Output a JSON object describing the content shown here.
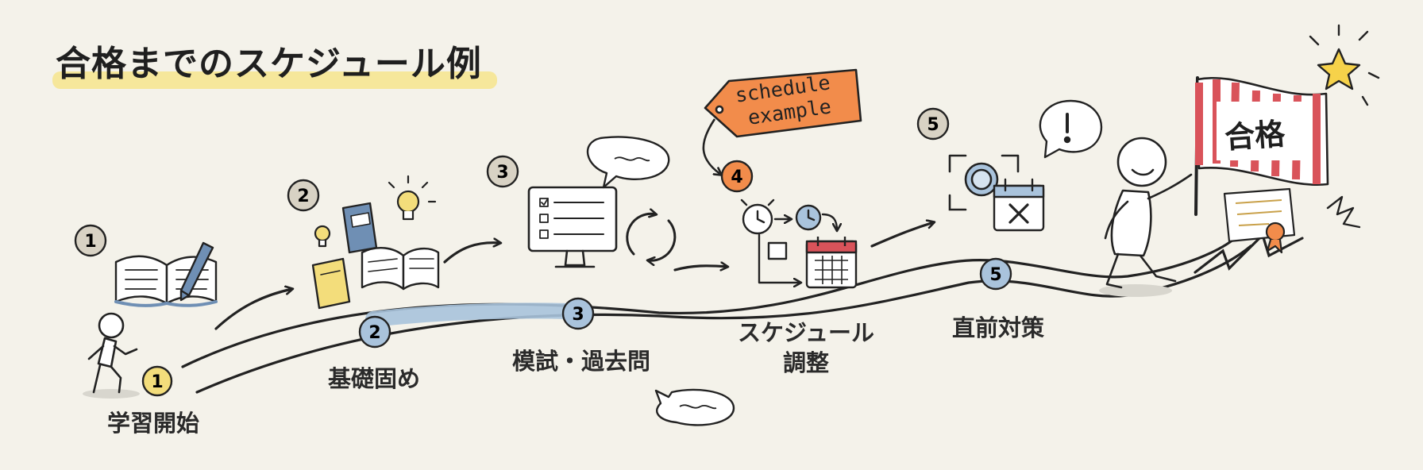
{
  "title": "合格までのスケジュール例",
  "tag": {
    "line1": "schedule",
    "line2": "example"
  },
  "flag": {
    "text": "合格"
  },
  "steps": [
    {
      "badge": "1",
      "label": "学習開始"
    },
    {
      "badge": "2",
      "label": "基礎固め"
    },
    {
      "badge": "3",
      "label": "模試・過去問"
    },
    {
      "badge": "4",
      "label_line1": "スケジュール",
      "label_line2": "調整"
    },
    {
      "badge": "5",
      "label": "直前対策"
    }
  ],
  "colors": {
    "background": "#f4f2ea",
    "ink": "#222222",
    "highlight": "#f6e58d",
    "tag": "#f28c4b",
    "badge_yellow": "#f3dd7b",
    "badge_blue": "#a9c3dc",
    "badge_gray": "#d8d2c4",
    "badge_orange": "#f28c4b",
    "flag_red": "#d9535a",
    "star": "#f6d24a"
  }
}
